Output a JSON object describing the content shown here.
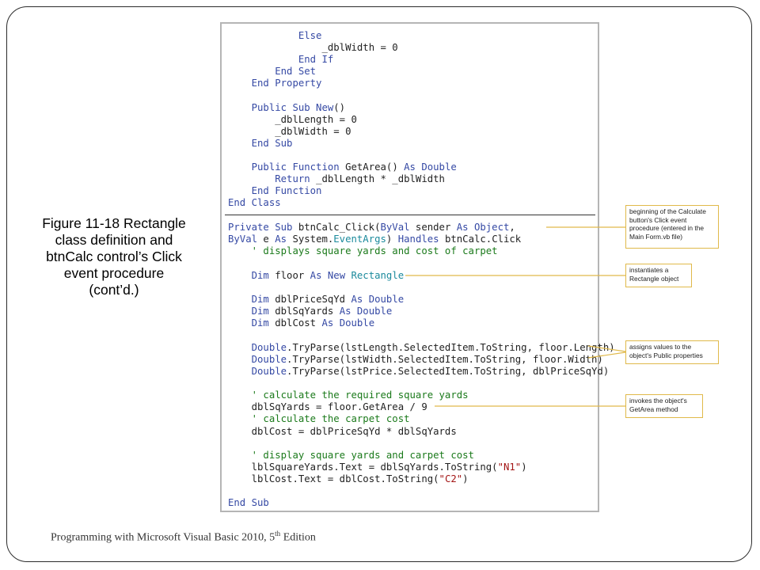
{
  "caption": {
    "line1": "Figure 11-18 Rectangle",
    "line2": "class definition and",
    "line3": "btnCalc control’s Click",
    "line4": "event procedure",
    "line5": "(cont’d.)"
  },
  "footer": {
    "text": "Programming with Microsoft Visual Basic 2010, 5",
    "superscript": "th",
    "text_after": " Edition"
  },
  "code_lines": [
    {
      "indent": "            ",
      "segments": [
        {
          "t": "Else",
          "c": "kw"
        }
      ]
    },
    {
      "indent": "                ",
      "segments": [
        {
          "t": "_dblWidth = 0",
          "c": "plain"
        }
      ]
    },
    {
      "indent": "            ",
      "segments": [
        {
          "t": "End If",
          "c": "kw"
        }
      ]
    },
    {
      "indent": "        ",
      "segments": [
        {
          "t": "End Set",
          "c": "kw"
        }
      ]
    },
    {
      "indent": "    ",
      "segments": [
        {
          "t": "End Property",
          "c": "kw"
        }
      ]
    },
    {
      "indent": "",
      "segments": []
    },
    {
      "indent": "    ",
      "segments": [
        {
          "t": "Public Sub New",
          "c": "kw"
        },
        {
          "t": "()",
          "c": "plain"
        }
      ]
    },
    {
      "indent": "        ",
      "segments": [
        {
          "t": "_dblLength = 0",
          "c": "plain"
        }
      ]
    },
    {
      "indent": "        ",
      "segments": [
        {
          "t": "_dblWidth = 0",
          "c": "plain"
        }
      ]
    },
    {
      "indent": "    ",
      "segments": [
        {
          "t": "End Sub",
          "c": "kw"
        }
      ]
    },
    {
      "indent": "",
      "segments": []
    },
    {
      "indent": "    ",
      "segments": [
        {
          "t": "Public Function ",
          "c": "kw"
        },
        {
          "t": "GetArea() ",
          "c": "plain"
        },
        {
          "t": "As Double",
          "c": "kw"
        }
      ]
    },
    {
      "indent": "        ",
      "segments": [
        {
          "t": "Return ",
          "c": "kw"
        },
        {
          "t": "_dblLength * _dblWidth",
          "c": "plain"
        }
      ]
    },
    {
      "indent": "    ",
      "segments": [
        {
          "t": "End Function",
          "c": "kw"
        }
      ]
    },
    {
      "indent": "",
      "segments": [
        {
          "t": "End Class",
          "c": "kw"
        }
      ]
    },
    {
      "indent": "",
      "segments": [
        {
          "t": "Private Sub ",
          "c": "kw"
        },
        {
          "t": "btnCalc_Click(",
          "c": "plain"
        },
        {
          "t": "ByVal ",
          "c": "kw"
        },
        {
          "t": "sender ",
          "c": "plain"
        },
        {
          "t": "As Object",
          "c": "kw"
        },
        {
          "t": ",",
          "c": "plain"
        }
      ]
    },
    {
      "indent": "",
      "segments": [
        {
          "t": "ByVal ",
          "c": "kw"
        },
        {
          "t": "e ",
          "c": "plain"
        },
        {
          "t": "As ",
          "c": "kw"
        },
        {
          "t": "System.",
          "c": "plain"
        },
        {
          "t": "EventArgs",
          "c": "ty"
        },
        {
          "t": ") ",
          "c": "plain"
        },
        {
          "t": "Handles ",
          "c": "kw"
        },
        {
          "t": "btnCalc.Click",
          "c": "plain"
        }
      ]
    },
    {
      "indent": "    ",
      "segments": [
        {
          "t": "' displays square yards and cost of carpet",
          "c": "cm"
        }
      ]
    },
    {
      "indent": "",
      "segments": []
    },
    {
      "indent": "    ",
      "segments": [
        {
          "t": "Dim ",
          "c": "kw"
        },
        {
          "t": "floor ",
          "c": "plain"
        },
        {
          "t": "As New ",
          "c": "kw"
        },
        {
          "t": "Rectangle",
          "c": "ty"
        }
      ]
    },
    {
      "indent": "",
      "segments": []
    },
    {
      "indent": "    ",
      "segments": [
        {
          "t": "Dim ",
          "c": "kw"
        },
        {
          "t": "dblPriceSqYd ",
          "c": "plain"
        },
        {
          "t": "As Double",
          "c": "kw"
        }
      ]
    },
    {
      "indent": "    ",
      "segments": [
        {
          "t": "Dim ",
          "c": "kw"
        },
        {
          "t": "dblSqYards ",
          "c": "plain"
        },
        {
          "t": "As Double",
          "c": "kw"
        }
      ]
    },
    {
      "indent": "    ",
      "segments": [
        {
          "t": "Dim ",
          "c": "kw"
        },
        {
          "t": "dblCost ",
          "c": "plain"
        },
        {
          "t": "As Double",
          "c": "kw"
        }
      ]
    },
    {
      "indent": "",
      "segments": []
    },
    {
      "indent": "    ",
      "segments": [
        {
          "t": "Double",
          "c": "kw"
        },
        {
          "t": ".TryParse(lstLength.SelectedItem.ToString, floor.Length)",
          "c": "plain"
        }
      ]
    },
    {
      "indent": "    ",
      "segments": [
        {
          "t": "Double",
          "c": "kw"
        },
        {
          "t": ".TryParse(lstWidth.SelectedItem.ToString, floor.Width)",
          "c": "plain"
        }
      ]
    },
    {
      "indent": "    ",
      "segments": [
        {
          "t": "Double",
          "c": "kw"
        },
        {
          "t": ".TryParse(lstPrice.SelectedItem.ToString, dblPriceSqYd)",
          "c": "plain"
        }
      ]
    },
    {
      "indent": "",
      "segments": []
    },
    {
      "indent": "    ",
      "segments": [
        {
          "t": "' calculate the required square yards",
          "c": "cm"
        }
      ]
    },
    {
      "indent": "    ",
      "segments": [
        {
          "t": "dblSqYards = floor.GetArea / 9",
          "c": "plain"
        }
      ]
    },
    {
      "indent": "    ",
      "segments": [
        {
          "t": "' calculate the carpet cost",
          "c": "cm"
        }
      ]
    },
    {
      "indent": "    ",
      "segments": [
        {
          "t": "dblCost = dblPriceSqYd * dblSqYards",
          "c": "plain"
        }
      ]
    },
    {
      "indent": "",
      "segments": []
    },
    {
      "indent": "    ",
      "segments": [
        {
          "t": "' display square yards and carpet cost",
          "c": "cm"
        }
      ]
    },
    {
      "indent": "    ",
      "segments": [
        {
          "t": "lblSquareYards.Text = dblSqYards.ToString(",
          "c": "plain"
        },
        {
          "t": "\"N1\"",
          "c": "str"
        },
        {
          "t": ")",
          "c": "plain"
        }
      ]
    },
    {
      "indent": "    ",
      "segments": [
        {
          "t": "lblCost.Text = dblCost.ToString(",
          "c": "plain"
        },
        {
          "t": "\"C2\"",
          "c": "str"
        },
        {
          "t": ")",
          "c": "plain"
        }
      ]
    },
    {
      "indent": "",
      "segments": []
    },
    {
      "indent": "",
      "segments": [
        {
          "t": "End Sub",
          "c": "kw"
        }
      ]
    }
  ],
  "callouts": [
    {
      "text": "beginning of the Calculate button's Click event procedure (entered in the Main Form.vb file)"
    },
    {
      "text": "instantiates a Rectangle object"
    },
    {
      "text": "assigns values to the object's Public properties"
    },
    {
      "text": "invokes the object's GetArea method"
    }
  ],
  "colors": {
    "keyword": "#3549a4",
    "comment": "#1b7a1b",
    "string": "#a31515",
    "type": "#1b8a9c",
    "callout_border": "#e0b94a"
  }
}
